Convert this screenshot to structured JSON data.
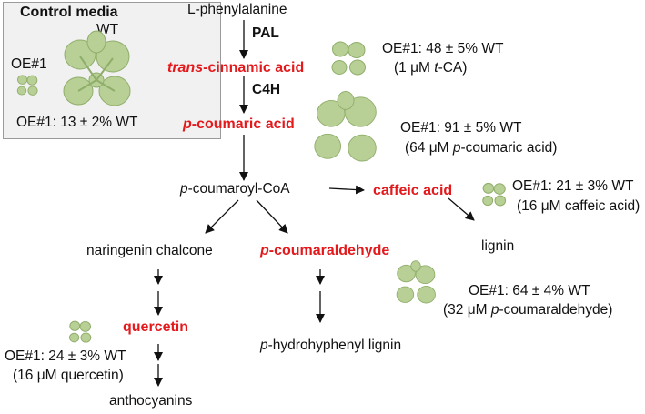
{
  "control_panel": {
    "title": "Control media",
    "wt_label": "WT",
    "oe_label": "OE#1",
    "ratio": "OE#1: 13 ± 2% WT"
  },
  "pathway": {
    "start": "L-phenylalanine",
    "enzyme_1": "PAL",
    "cinnamic": {
      "italic": "trans",
      "rest": "-cinnamic acid"
    },
    "enzyme_2": "C4H",
    "coumaric": {
      "italic": "p",
      "rest": "-coumaric acid"
    },
    "coumaroyl_coa": {
      "italic": "p",
      "rest": "-coumaroyl-CoA"
    },
    "caffeic": "caffeic acid",
    "lignin": "lignin",
    "naringenin": "naringenin chalcone",
    "coumaraldehyde": {
      "italic": "p",
      "rest": "-coumaraldehyde"
    },
    "quercetin": "quercetin",
    "hydroxyphenyl_lignin": {
      "italic": "p",
      "rest": "-hydrohyphenyl lignin"
    },
    "anthocyanins": "anthocyanins"
  },
  "annotations": {
    "cinnamic": {
      "ratio": "OE#1: 48 ± 5% WT",
      "cond_pre": "(1 μM ",
      "cond_italic": "t",
      "cond_post": "-CA)"
    },
    "coumaric": {
      "ratio": "OE#1: 91 ± 5% WT",
      "cond_pre": "(64 μM ",
      "cond_italic": "p",
      "cond_post": "-coumaric acid)"
    },
    "caffeic": {
      "ratio": "OE#1: 21 ± 3% WT",
      "cond": "(16 μM caffeic acid)"
    },
    "coumaraldehyde": {
      "ratio": "OE#1: 64 ± 4% WT",
      "cond_pre": "(32 μM ",
      "cond_italic": "p",
      "cond_post": "-coumaraldehyde)"
    },
    "quercetin": {
      "ratio": "OE#1: 24 ± 3% WT",
      "cond": "(16 μM quercetin)"
    }
  },
  "colors": {
    "metabolite_highlight": "#e3191c",
    "plant_leaf": "#b8cf96",
    "plant_leaf_dark": "#8fae6a",
    "box_background": "#f1f1f1"
  },
  "icons": [
    "plant-seedling-icon",
    "arrow-icon"
  ]
}
